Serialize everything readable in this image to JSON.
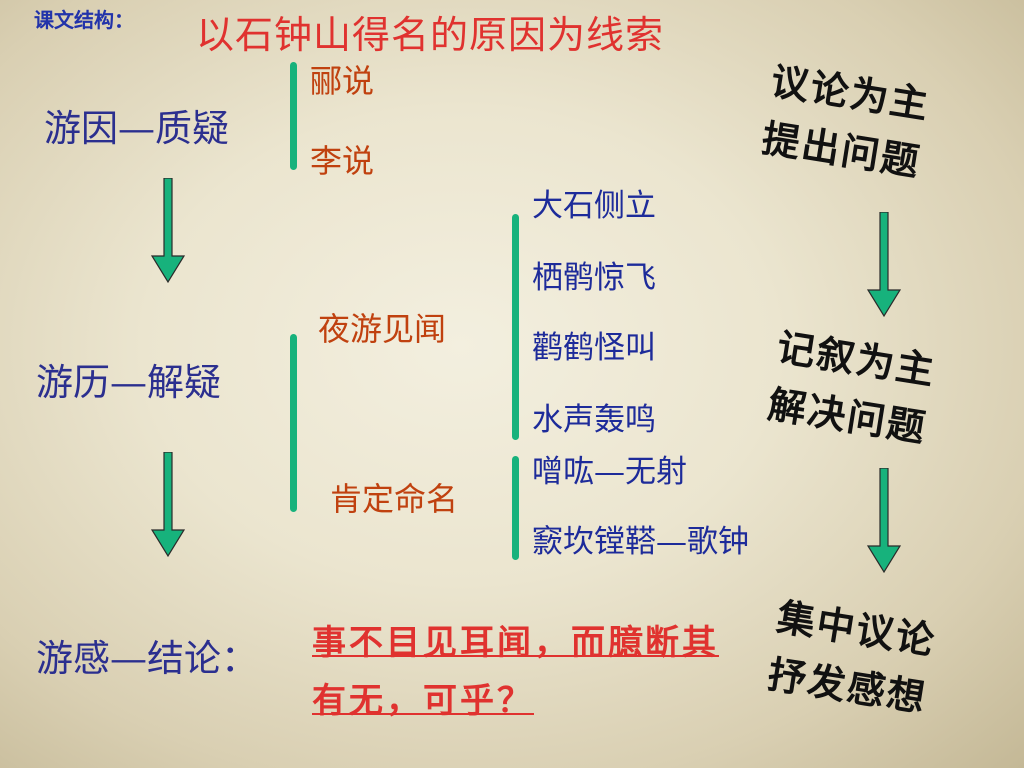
{
  "header": {
    "label": "课文结构：",
    "title": "以石钟山得名的原因为线索"
  },
  "stages": [
    {
      "label": "游因—质疑"
    },
    {
      "label": "游历—解疑"
    },
    {
      "label": "游感—结论："
    }
  ],
  "stage1_items": [
    "郦说",
    "李说"
  ],
  "stage2_groups": [
    {
      "label": "夜游见闻",
      "items": [
        "大石侧立",
        "栖鹘惊飞",
        "鹳鹤怪叫",
        "水声轰鸣"
      ]
    },
    {
      "label": "肯定命名",
      "items": [
        "噌吰—无射",
        "窾坎镗鞳—歌钟"
      ]
    }
  ],
  "conclusion": "事不目见耳闻，而臆断其有无，可乎？",
  "right_notes": [
    {
      "line1": "议论为主",
      "line2": "提出问题"
    },
    {
      "line1": "记叙为主",
      "line2": "解决问题"
    },
    {
      "line1": "集中议论",
      "line2": "抒发感想"
    }
  ],
  "colors": {
    "brace": "#17b27c",
    "arrow": "#17b27c",
    "title": "#e0322f",
    "stage": "#2b2f8f"
  }
}
